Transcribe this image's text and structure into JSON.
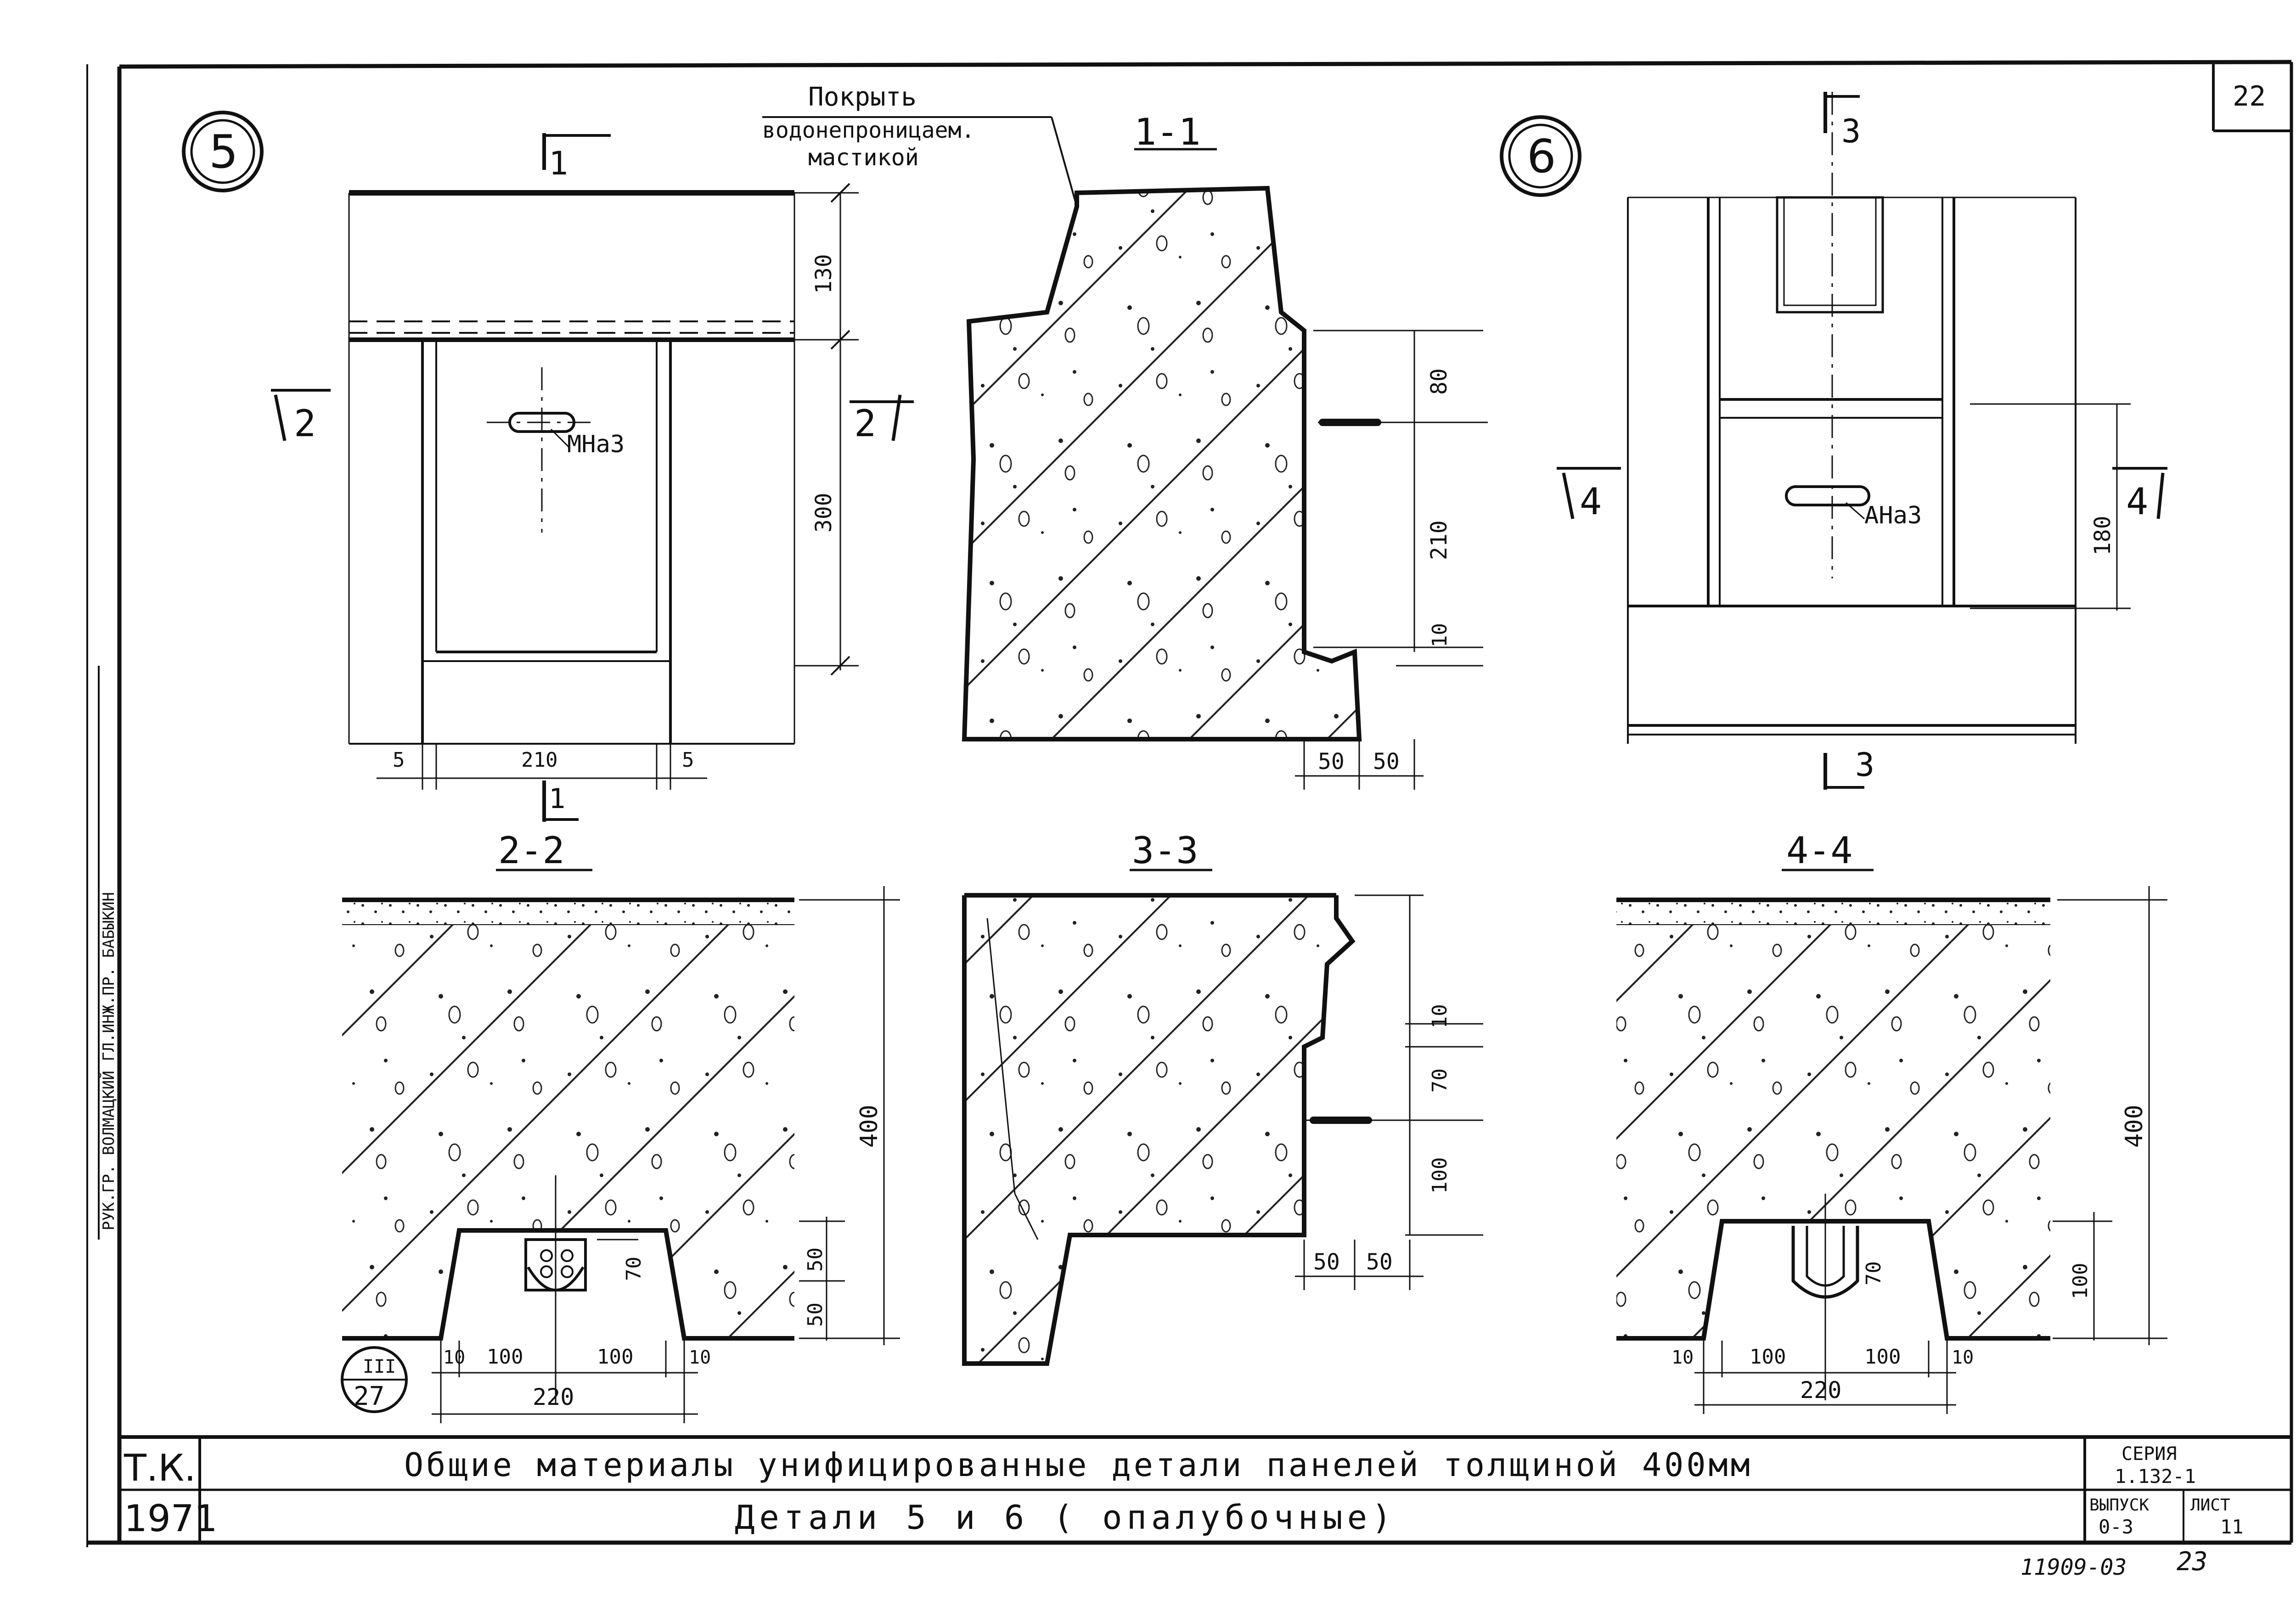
{
  "sheet": {
    "corner_number": "22",
    "bottom_code": "11909-03",
    "bottom_page": "23"
  },
  "details": {
    "detail5": "5",
    "detail6": "6"
  },
  "annotation": {
    "line1": "Покрыть",
    "line2": "водонепроницаем.",
    "line3": "мастикой"
  },
  "anchors": {
    "a5": "МНа3",
    "a6": "АНа3"
  },
  "sections": {
    "s11": "1-1",
    "s22": "2-2",
    "s33": "3-3",
    "s44": "4-4",
    "cut1": "1",
    "cut2": "2",
    "cut3": "3",
    "cut4": "4"
  },
  "dims": {
    "d130": "130",
    "d300": "300",
    "d210": "210",
    "d5": "5",
    "d80": "80",
    "d10": "10",
    "d50": "50",
    "d180": "180",
    "d400": "400",
    "d70": "70",
    "d100": "100",
    "d220": "220"
  },
  "ref_marker": {
    "top": "III",
    "bottom": "27"
  },
  "side_stamp": {
    "text": "РУК.ГР. ВОЛМАЦКИЙ ГЛ.ИНЖ.ПР. БАБЫКИН"
  },
  "title_block": {
    "org": "Т.К.",
    "year": "1971",
    "title1": "Общие материалы унифицированные детали панелей толщиной 400мм",
    "title2": "Детали 5 и 6 ( опалубочные)",
    "series_label": "СЕРИЯ",
    "series_value": "1.132-1",
    "issue_label": "ВЫПУСК",
    "issue_value": "0-3",
    "sheet_label": "ЛИСТ",
    "sheet_value": "11"
  }
}
